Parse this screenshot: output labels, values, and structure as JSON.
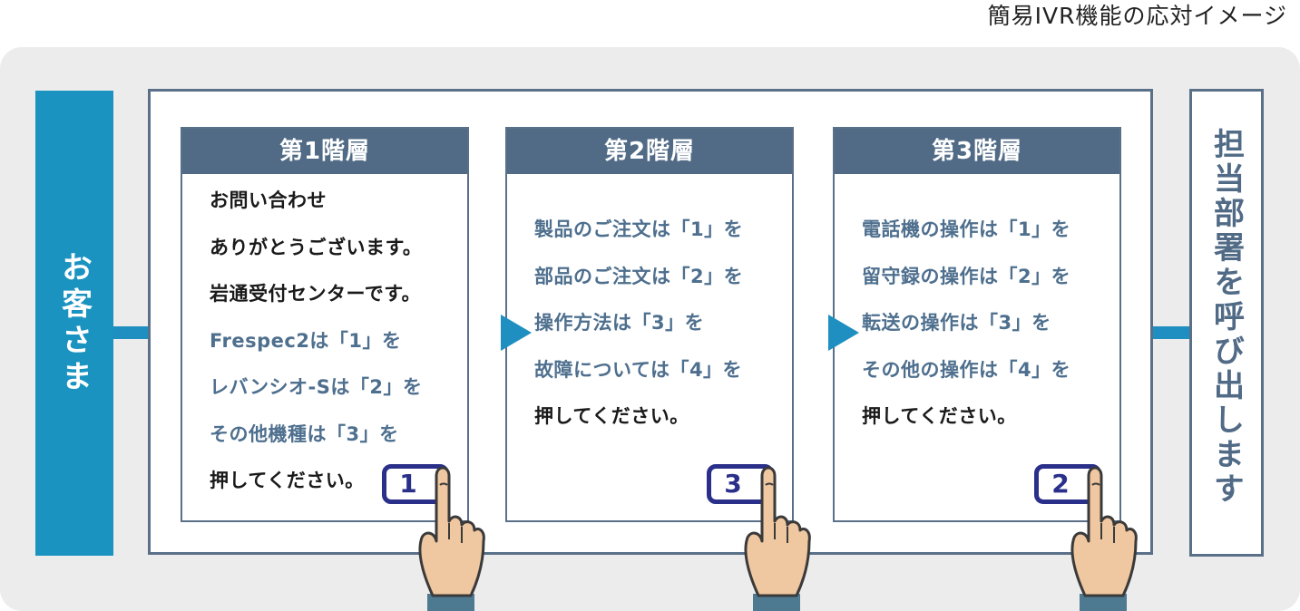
{
  "title": "簡易IVR機能の応対イメージ",
  "customer_label": "お客さま",
  "destination_label": "担当部署を呼び出します",
  "levels": [
    {
      "header": "第1階層",
      "lines": [
        {
          "text": "お問い合わせ",
          "style": "dark"
        },
        {
          "text": "ありがとうございます。",
          "style": "dark"
        },
        {
          "text": "岩通受付センターです。",
          "style": "dark"
        },
        {
          "text": "Frespec2は「1」を",
          "style": "blue"
        },
        {
          "text": "レバンシオ-Sは「2」を",
          "style": "blue"
        },
        {
          "text": "その他機種は「3」を",
          "style": "blue"
        },
        {
          "text": "押してください。",
          "style": "dark"
        }
      ],
      "pressed_key": "1"
    },
    {
      "header": "第2階層",
      "lines": [
        {
          "text": "製品のご注文は「1」を",
          "style": "blue"
        },
        {
          "text": "部品のご注文は「2」を",
          "style": "blue"
        },
        {
          "text": "操作方法は「3」を",
          "style": "blue"
        },
        {
          "text": "故障については「4」を",
          "style": "blue"
        },
        {
          "text": "押してください。",
          "style": "dark"
        }
      ],
      "pressed_key": "3"
    },
    {
      "header": "第3階層",
      "lines": [
        {
          "text": "電話機の操作は「1」を",
          "style": "blue"
        },
        {
          "text": "留守録の操作は「2」を",
          "style": "blue"
        },
        {
          "text": "転送の操作は「3」を",
          "style": "blue"
        },
        {
          "text": "その他の操作は「4」を",
          "style": "blue"
        },
        {
          "text": "押してください。",
          "style": "dark"
        }
      ],
      "pressed_key": "2"
    }
  ],
  "colors": {
    "customer_fill": "#1a93c0",
    "flow_line": "#1e8fc0",
    "frame": "#5a7089",
    "header_fill": "#516b86",
    "option_text": "#4e6f8e",
    "key_border": "#2a2f8a",
    "skin": "#efc7a0",
    "sleeve": "#4e7a91",
    "panel_bg": "#ececec"
  },
  "icons": {
    "hand": "pointing-hand-icon"
  }
}
